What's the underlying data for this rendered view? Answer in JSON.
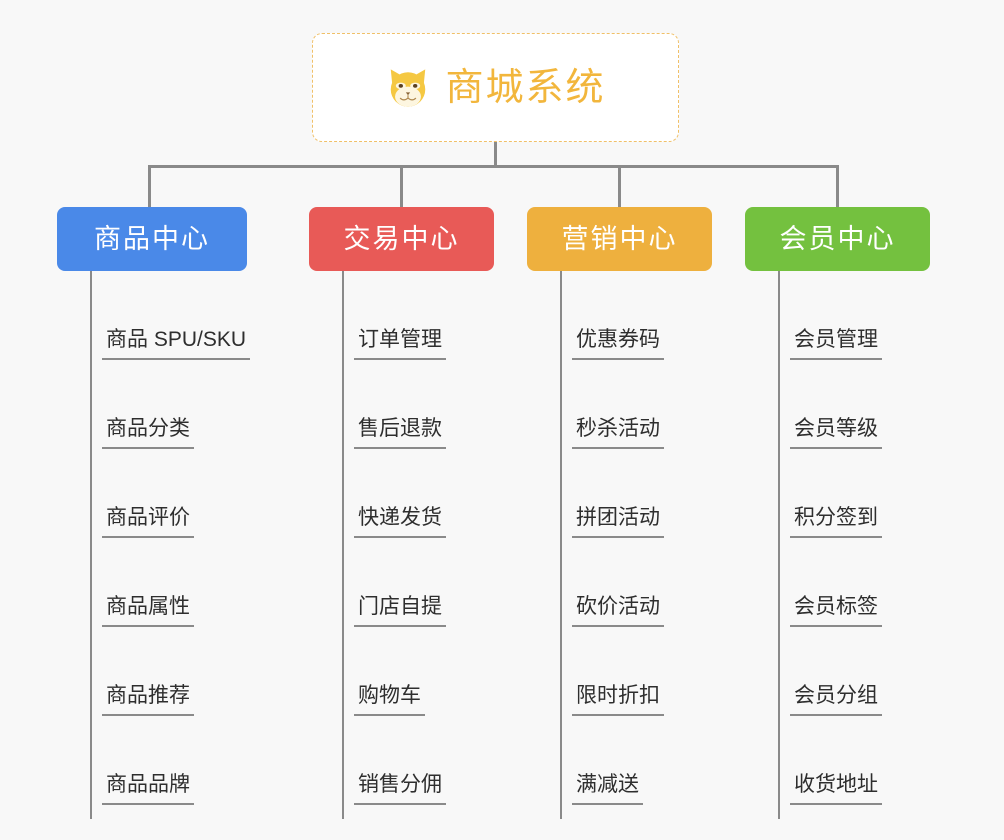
{
  "canvas": {
    "background": "#f8f8f8",
    "line_color": "#8a8a8a"
  },
  "root": {
    "title": "商城系统",
    "icon": "shiba-dog-icon",
    "text_color": "#f2b63c",
    "border_color": "#f0c068",
    "background": "#ffffff"
  },
  "columns": [
    {
      "id": "product-center",
      "label": "商品中心",
      "color": "#4a89e8",
      "items": [
        "商品 SPU/SKU",
        "商品分类",
        "商品评价",
        "商品属性",
        "商品推荐",
        "商品品牌"
      ]
    },
    {
      "id": "trade-center",
      "label": "交易中心",
      "color": "#e85a57",
      "items": [
        "订单管理",
        "售后退款",
        "快递发货",
        "门店自提",
        "购物车",
        "销售分佣"
      ]
    },
    {
      "id": "marketing-center",
      "label": "营销中心",
      "color": "#eeb03e",
      "items": [
        "优惠券码",
        "秒杀活动",
        "拼团活动",
        "砍价活动",
        "限时折扣",
        "满减送"
      ]
    },
    {
      "id": "member-center",
      "label": "会员中心",
      "color": "#74c13f",
      "items": [
        "会员管理",
        "会员等级",
        "积分签到",
        "会员标签",
        "会员分组",
        "收货地址"
      ]
    }
  ]
}
